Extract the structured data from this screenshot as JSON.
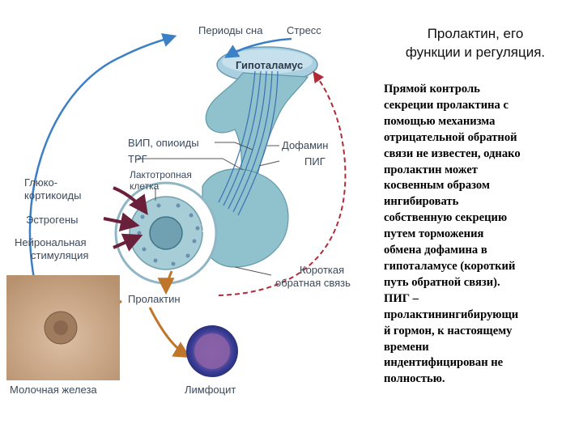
{
  "title": {
    "line1": "Пролактин, его",
    "line2": "функции и регуляция."
  },
  "body_lines": [
    "Прямой контроль",
    "секреции пролактина с",
    "помощью механизма",
    "отрицательной обратной",
    "связи не известен, однако",
    "пролактин может",
    "косвенным образом",
    "ингибировать",
    "собственную секрецию",
    "путем торможения",
    "обмена дофамина в",
    "гипоталамусе (короткий",
    "путь обратной связи).",
    "ПИГ –",
    "пролактинингибирующи",
    "й гормон, к настоящему",
    "времени",
    "индентифицирован не",
    "полностью."
  ],
  "labels": {
    "sleep_periods": "Периоды сна",
    "stress": "Стресс",
    "hypothalamus": "Гипоталамус",
    "vip_opioids": "ВИП, опиоиды",
    "trh": "ТРГ",
    "dopamine": "Дофамин",
    "pig": "ПИГ",
    "lactotroph_line1": "Лактотропная",
    "lactotroph_line2": "клетка",
    "gluco_line1": "Глюко-",
    "gluco_line2": "кортикоиды",
    "estrogens": "Эстрогены",
    "neuronal_line1": "Нейрональная",
    "neuronal_line2": "стимуляция",
    "short_fb_line1": "Короткая",
    "short_fb_line2": "обратная связь",
    "prolactin": "Пролактин",
    "mammary_gland": "Молочная железа",
    "lymphocyte": "Лимфоцит"
  },
  "colors": {
    "gland": "#8fc2cc",
    "gland_dark": "#5f9aa8",
    "neuron_fibers": "#3a6fb5",
    "feedback_arrow": "#b02a3a",
    "stimulus_arrow": "#6a1f3a",
    "prolactin_arrow": "#c0762a",
    "loop_arrow": "#3b7fc4",
    "lymphocyte": "#4b3fa0",
    "breast": "#c9a78a"
  }
}
